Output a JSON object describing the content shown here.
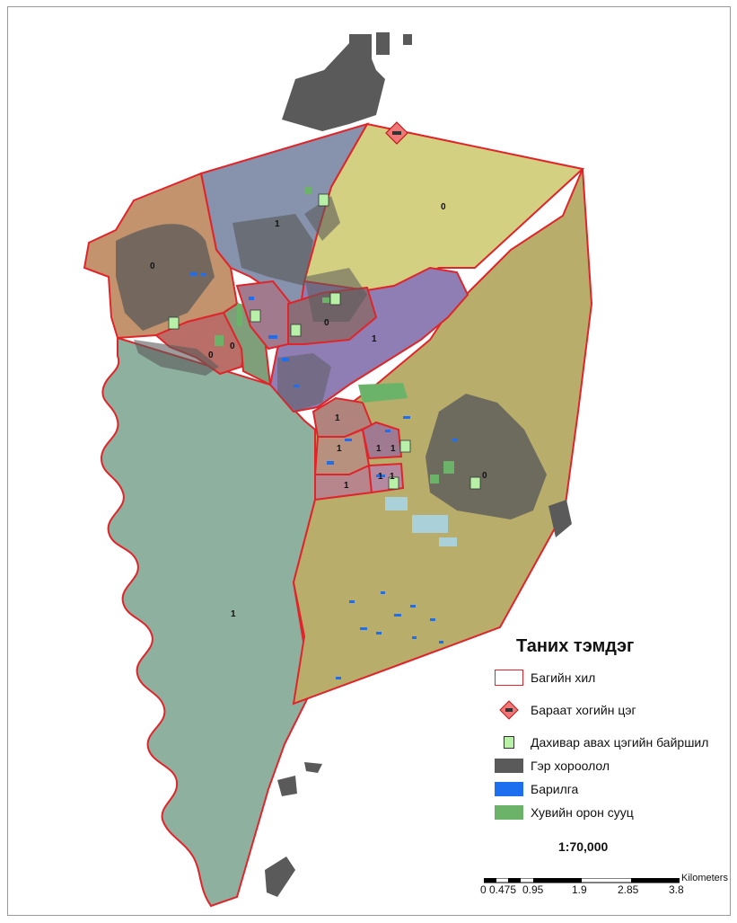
{
  "map": {
    "zone_labels": [
      "0",
      "1",
      "0",
      "0",
      "0",
      "0",
      "1",
      "1",
      "1",
      "1",
      "1",
      "1",
      "1",
      "1",
      "0",
      "1"
    ],
    "colors": {
      "boundary": "#e0242a",
      "ger_district": "#5a5a5a",
      "building": "#1e6ff0",
      "private_housing": "#6cb36a"
    }
  },
  "legend": {
    "title": "Таних тэмдэг",
    "items": [
      {
        "label": "Багийн хил",
        "icon": "boundary-swatch"
      },
      {
        "label": "Бараат хогийн цэг",
        "icon": "dump-site-diamond-icon"
      },
      {
        "label": "Дахивар авах цэгийн байршил",
        "icon": "recycling-bin-icon"
      },
      {
        "label": "Гэр хороолол",
        "icon": "gray-swatch"
      },
      {
        "label": "Барилга",
        "icon": "blue-swatch"
      },
      {
        "label": "Хувийн орон сууц",
        "icon": "green-swatch"
      }
    ],
    "scale": "1:70,000"
  },
  "scalebar": {
    "ticks": [
      "0",
      "0.475",
      "0.95",
      "1.9",
      "2.85",
      "3.8"
    ],
    "unit": "Kilometers"
  }
}
